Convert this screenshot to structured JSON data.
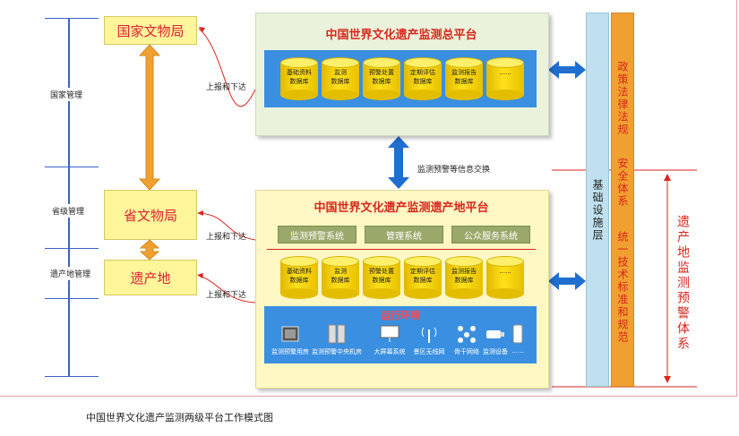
{
  "nodes": {
    "national": "国家文物局",
    "provincial": "省文物局",
    "heritage_site": "遗产地"
  },
  "admin_levels": {
    "national": "国家管理",
    "provincial": "省级管理",
    "site": "遗产地管理"
  },
  "reporting_label": "上报和下达",
  "exchange_label": "监测预警等信息交换",
  "total_platform": {
    "title": "中国世界文化遗产监测总平台",
    "databases": [
      {
        "l1": "基础资料",
        "l2": "数据库"
      },
      {
        "l1": "监测",
        "l2": "数据库"
      },
      {
        "l1": "预警处置",
        "l2": "数据库"
      },
      {
        "l1": "定期评估",
        "l2": "数据库"
      },
      {
        "l1": "监测报告",
        "l2": "数据库"
      },
      {
        "l1": "......",
        "l2": ""
      }
    ]
  },
  "site_platform": {
    "title": "中国世界文化遗产监测遗产地平台",
    "systems": [
      "监测预警系统",
      "管理系统",
      "公众服务系统"
    ],
    "databases": [
      {
        "l1": "基础资料",
        "l2": "数据库"
      },
      {
        "l1": "监测",
        "l2": "数据库"
      },
      {
        "l1": "预警处置",
        "l2": "数据库"
      },
      {
        "l1": "定期评估",
        "l2": "数据库"
      },
      {
        "l1": "监测报告",
        "l2": "数据库"
      },
      {
        "l1": "......",
        "l2": ""
      }
    ],
    "env_title": "运行环境",
    "env_items": [
      "监测预警用房",
      "监测预警中央机房",
      "大屏幕系统",
      "景区无线网",
      "骨干网络",
      "监测设备",
      "......"
    ]
  },
  "infra_layer": "基础设施层",
  "policy_column": {
    "top": "政策法律法规",
    "middle": "安全体系",
    "bottom": "统一技术标准和规范"
  },
  "warning_system": "遗产地监测预警体系",
  "caption": "中国世界文化遗产监测两级平台工作模式图",
  "colors": {
    "accent_red": "#d8261c",
    "band_blue": "#3a8fe0",
    "orange": "#f0a030",
    "infra_blue": "#bfe0ee"
  }
}
